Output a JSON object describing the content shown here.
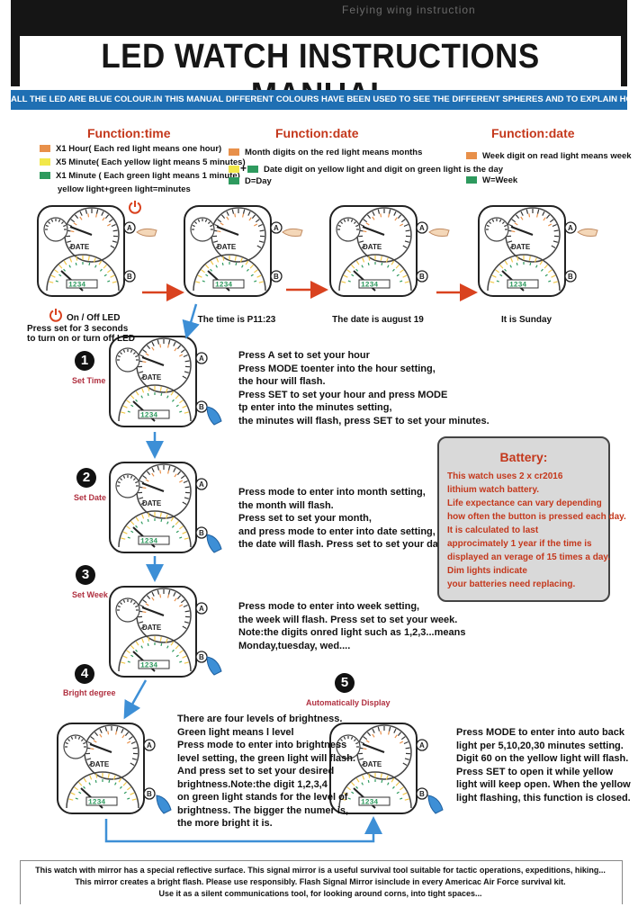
{
  "header": {
    "faint_text": "Feiying wing instruction",
    "title": "LED  WATCH INSTRUCTIONS MANUAL",
    "banner": "ALL THE LED ARE BLUE COLOUR.IN THIS MANUAL DIFFERENT COLOURS HAVE BEEN USED TO SEE THE DIFFERENT SPHERES AND TO EXPLAIN HOW THEY WORK"
  },
  "functions": [
    {
      "heading": "Function:time",
      "legend": [
        {
          "color": "#e8904a",
          "text": "X1  Hour( Each red light means one hour)"
        },
        {
          "color": "#f2e84a",
          "text": "X5 Minute( Each yellow light means 5 minutes)"
        },
        {
          "color": "#2e9a5e",
          "text": "X1 Minute ( Each green light means 1 minute)"
        }
      ],
      "legend_extra": "yellow light+green light=minutes"
    },
    {
      "heading": "Function:date",
      "legend": [
        {
          "color": "#e8904a",
          "text": "Month digits on the red light means months"
        },
        {
          "color": "#f2e84a",
          "text": "Date digit on yellow light and digit on green light is the day"
        },
        {
          "color": "#2e9a5e",
          "text": "D=Day"
        }
      ],
      "plus_sign": "+"
    },
    {
      "heading": "Function:date",
      "legend": [
        {
          "color": "#e8904a",
          "text": "Week digit on read light means week"
        },
        {
          "color": "#2e9a5e",
          "text": "W=Week"
        }
      ]
    }
  ],
  "watch_labels": {
    "date": "DATE",
    "button_a": "A",
    "button_b": "B",
    "digits": "1234"
  },
  "captions": {
    "onoff_title": "On / Off LED",
    "onoff_line1": "Press set for 3 seconds",
    "onoff_line2": "to turn on or turn off LED",
    "time": "The time is P11:23",
    "date": "The date is august 19",
    "week": "It is Sunday"
  },
  "steps": [
    {
      "num": "1",
      "label": "Set Time",
      "lines": [
        "Press A set to set your hour",
        "Press MODE toenter into the hour setting,",
        "the hour will flash.",
        "Press SET to set your hour and press MODE",
        "tp enter into the minutes setting,",
        "the minutes will flash, press SET to set your minutes."
      ]
    },
    {
      "num": "2",
      "label": "Set  Date",
      "lines": [
        "Press mode to enter into month setting,",
        "the month will flash.",
        "Press set to set your month,",
        "and press mode to enter into date setting,",
        "the date will flash. Press set to set your date."
      ]
    },
    {
      "num": "3",
      "label": "Set  Week",
      "lines": [
        "Press mode to enter into week setting,",
        "the week will flash. Press set to set your week.",
        "Note:the digits onred light such as 1,2,3...means",
        "Monday,tuesday, wed...."
      ]
    },
    {
      "num": "4",
      "label": "Bright degree",
      "lines": [
        "There are four levels of brightness.",
        "Green light means l level",
        "Press mode to enter into brightness",
        "level setting, the green light will flash.",
        "And press set to set your desired",
        "brightness.Note:the digit 1,2,3,4",
        "on green light stands for the level of",
        "brightness. The bigger the numer is,",
        "the more bright it is."
      ]
    },
    {
      "num": "5",
      "label": "Automatically Display",
      "lines": [
        "Press MODE to enter into auto back",
        "light per 5,10,20,30 minutes setting.",
        "Digit 60 on the yellow light will flash.",
        "Press SET to open it while yellow",
        "light will keep open. When the yellow",
        "light flashing, this function is closed."
      ]
    }
  ],
  "battery": {
    "title": "Battery:",
    "lines": [
      "This watch uses 2 x cr2016",
      "lithium watch battery.",
      "Life expectance can vary depending",
      "how often the button is pressed each day.",
      "It is calculated to last",
      "approcimately 1 year if the time is",
      "displayed an verage of 15 times a day.",
      "Dim lights indicate",
      "your batteries need replacing."
    ]
  },
  "footer": {
    "lines": [
      "This watch with mirror has a special reflective surface. This signal mirror is a useful survival tool suitable for tactic operations, expeditions, hiking...",
      "This mirror creates a bright flash. Please use responsibly. Flash Signal Mirror isinclude in every Americac Air Force survival kit.",
      "Use it as a silent communications tool, for looking around corns, into tight spaces..."
    ]
  }
}
